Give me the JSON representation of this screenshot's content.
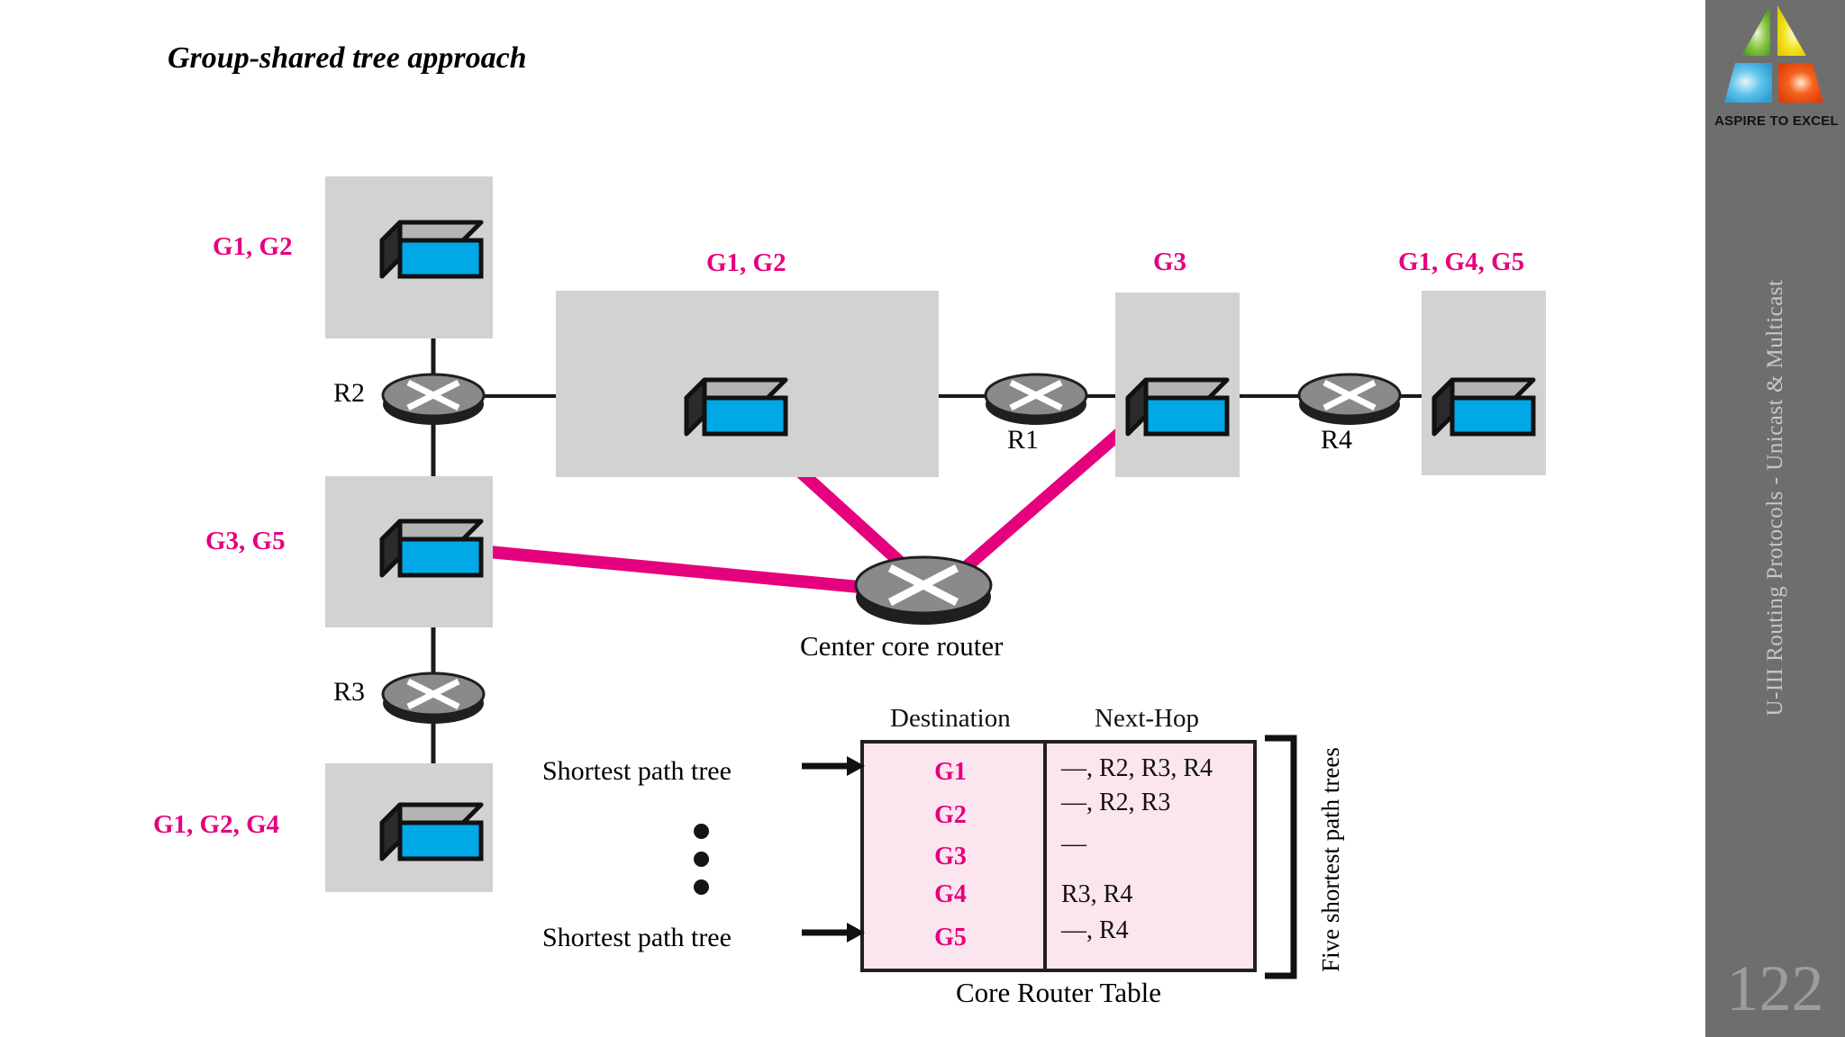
{
  "slide": {
    "title": "Group-shared tree approach",
    "page_number": "122",
    "sidebar_vertical_text": "U-III Routing Protocols - Unicast & Multicast",
    "logo_text": "ASPIRE TO EXCEL"
  },
  "colors": {
    "group_label": "#e5007d",
    "shared_tree_link": "#e5007d",
    "lan_fill": "#d2d2d2",
    "host_face": "#00a8e8",
    "router_body": "#8a8a8a",
    "table_fill": "#fbe5ef",
    "sidebar": "#6e6e6e"
  },
  "diagram": {
    "group_labels": [
      {
        "id": "lan-top-left",
        "text": "G1, G2"
      },
      {
        "id": "lan-middle",
        "text": "G1, G2"
      },
      {
        "id": "lan-g3",
        "text": "G3"
      },
      {
        "id": "lan-right",
        "text": "G1, G4, G5"
      },
      {
        "id": "lan-mid-left",
        "text": "G3, G5"
      },
      {
        "id": "lan-bottom-left",
        "text": "G1, G2, G4"
      }
    ],
    "routers": [
      {
        "id": "r2",
        "label": "R2"
      },
      {
        "id": "r1",
        "label": "R1"
      },
      {
        "id": "r4",
        "label": "R4"
      },
      {
        "id": "r3",
        "label": "R3"
      },
      {
        "id": "core",
        "label": "Center core router"
      }
    ]
  },
  "table": {
    "caption": "Core Router Table",
    "headers": [
      "Destination",
      "Next-Hop"
    ],
    "rows": [
      {
        "destination": "G1",
        "next_hop": "—, R2, R3, R4"
      },
      {
        "destination": "G2",
        "next_hop": "—, R2, R3"
      },
      {
        "destination": "G3",
        "next_hop": "—"
      },
      {
        "destination": "G4",
        "next_hop": "R3, R4"
      },
      {
        "destination": "G5",
        "next_hop": "—, R4"
      }
    ],
    "left_labels": {
      "top": "Shortest path tree",
      "bottom": "Shortest path tree",
      "ellipsis": "⋮"
    },
    "right_brace_label": "Five shortest path trees"
  }
}
